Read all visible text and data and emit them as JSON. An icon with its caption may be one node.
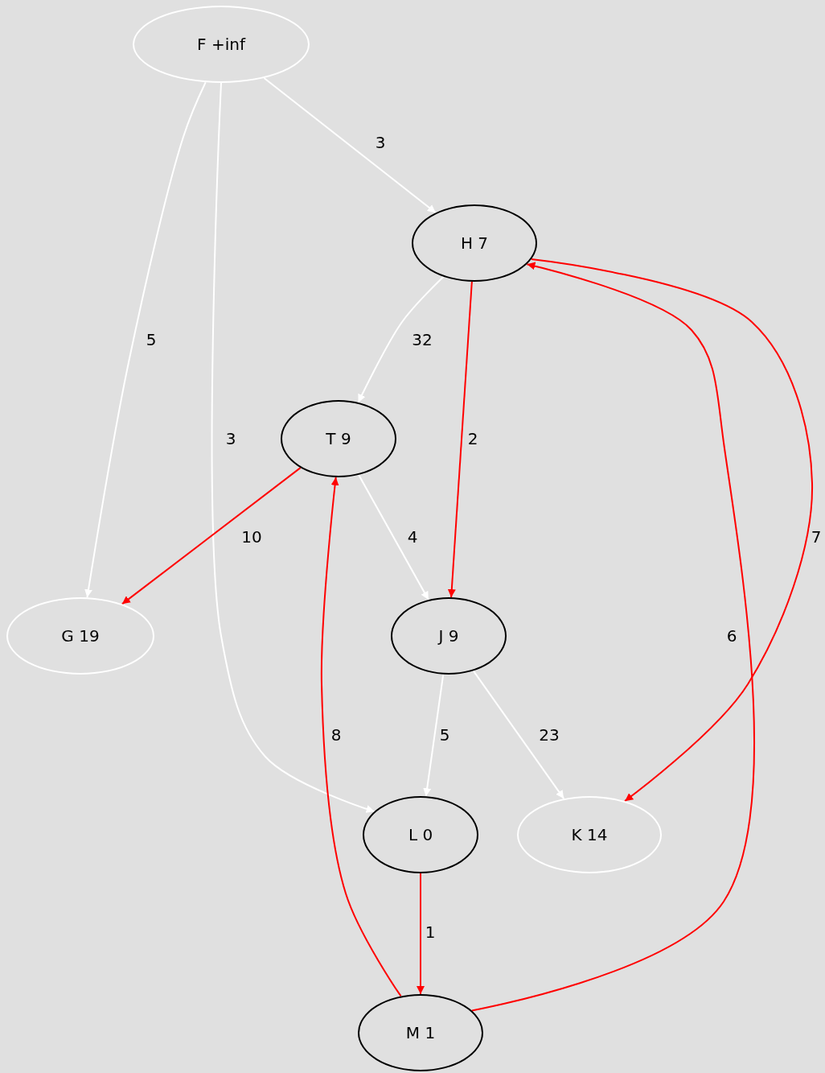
{
  "diagram": {
    "nodes": [
      {
        "text": [
          "F +inf"
        ]
      },
      {
        "text": [
          "H 7"
        ]
      },
      {
        "text": [
          "T 9"
        ]
      },
      {
        "text": [
          "G 19"
        ]
      },
      {
        "text": [
          "J 9"
        ]
      },
      {
        "text": [
          "L 0"
        ]
      },
      {
        "text": [
          "K 14"
        ]
      },
      {
        "text": [
          "M 1"
        ]
      }
    ],
    "edges": [
      {
        "from": 0,
        "to": 1,
        "arrow": "to",
        "label": "3"
      },
      {
        "from": 0,
        "to": 3,
        "arrow": "to",
        "label": "5"
      },
      {
        "from": 0,
        "to": 5,
        "arrow": "to",
        "label": "3"
      },
      {
        "from": 1,
        "to": 2,
        "arrow": "to",
        "label": "32"
      },
      {
        "from": 1,
        "to": 4,
        "arrow": "to",
        "label": "2",
        "color": "#ff0000"
      },
      {
        "from": 1,
        "to": 6,
        "arrow": "to",
        "label": "7",
        "color": "#ff0000"
      },
      {
        "from": 2,
        "to": 3,
        "arrow": "to",
        "label": "10",
        "color": "#ff0000"
      },
      {
        "from": 2,
        "to": 4,
        "arrow": "to",
        "label": "4"
      },
      {
        "from": 4,
        "to": 5,
        "arrow": "to",
        "label": "5"
      },
      {
        "from": 4,
        "to": 6,
        "arrow": "to",
        "label": "23"
      },
      {
        "from": 5,
        "to": 7,
        "arrow": "to",
        "label": "1",
        "color": "#ff0000"
      },
      {
        "from": 7,
        "to": 2,
        "arrow": "to",
        "label": "8",
        "color": "#ff0000"
      },
      {
        "from": 7,
        "to": 1,
        "arrow": "to",
        "label": "6",
        "color": "#ff0000"
      }
    ]
  }
}
